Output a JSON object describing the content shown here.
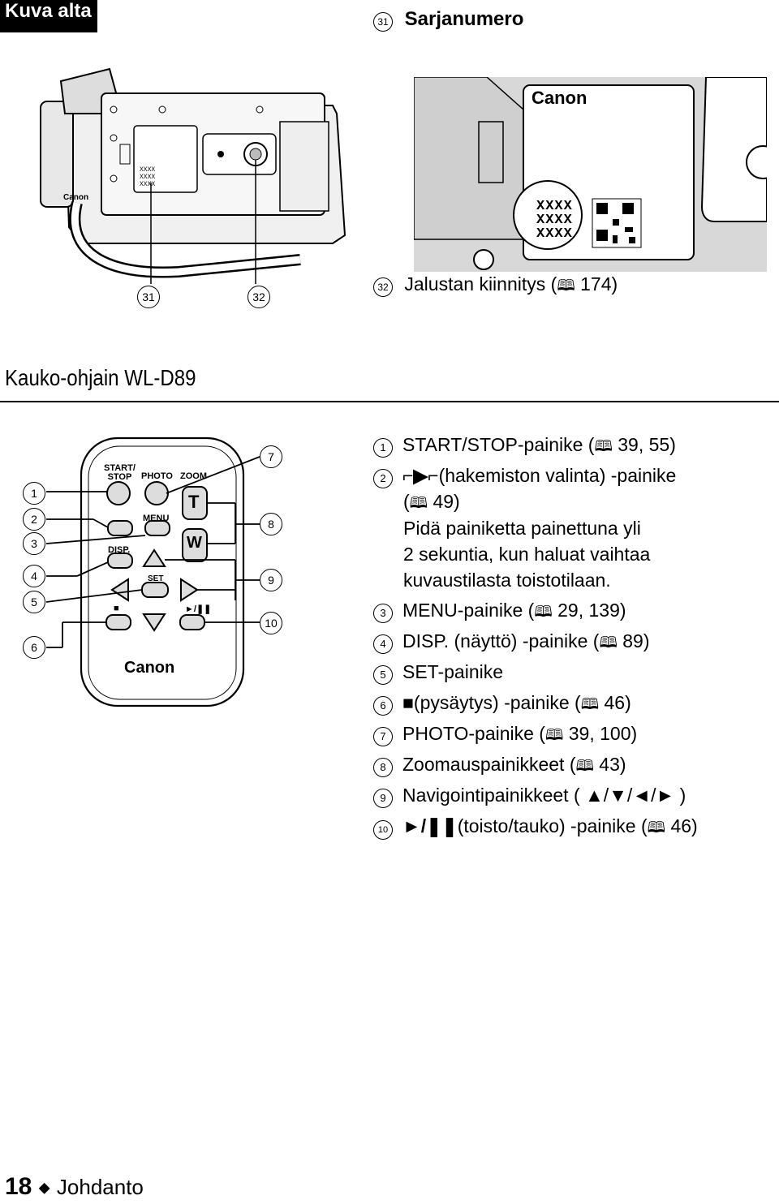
{
  "section_tab": "Kuva alta",
  "top_right": {
    "num31": "31",
    "title31": "Sarjanumero",
    "num32": "32",
    "text32": "Jalustan kiinnitys (",
    "ref32": "174)"
  },
  "camera": {
    "brand": "Canon",
    "serial_lines": [
      "XXXX",
      "XXXX",
      "XXXX"
    ],
    "callout_left": "31",
    "callout_right": "32"
  },
  "zoom_inset": {
    "brand": "Canon",
    "serial_lines": [
      "XXXX",
      "XXXX",
      "XXXX"
    ]
  },
  "heading": "Kauko-ohjain WL-D89",
  "remote": {
    "labels": {
      "start_stop": "START/\nSTOP",
      "photo": "PHOTO",
      "zoom": "ZOOM",
      "menu": "MENU",
      "disp": "DISP.",
      "set": "SET",
      "t": "T",
      "w": "W",
      "stop_sym": "■",
      "play_pause": "►/❚❚",
      "brand": "Canon"
    },
    "left_callouts": [
      "1",
      "2",
      "3",
      "4",
      "5",
      "6"
    ],
    "right_callouts": [
      "7",
      "8",
      "9",
      "10"
    ]
  },
  "legend": [
    {
      "n": "1",
      "text": "START/STOP-painike (",
      "ref": "39, 55)"
    },
    {
      "n": "2",
      "text": " (hakemiston valinta) -painike",
      "ref": ""
    },
    {
      "n": "3",
      "text": "MENU-painike (",
      "ref": "29, 139)"
    },
    {
      "n": "4",
      "text": "DISP. (näyttö) -painike (",
      "ref": "89)"
    },
    {
      "n": "5",
      "text": "SET-painike",
      "ref": ""
    },
    {
      "n": "6",
      "text": " (pysäytys) -painike (",
      "ref": "46)"
    },
    {
      "n": "7",
      "text": "PHOTO-painike (",
      "ref": "39, 100)"
    },
    {
      "n": "8",
      "text": "Zoomauspainikkeet (",
      "ref": "43)"
    },
    {
      "n": "9",
      "text": "Navigointipainikkeet (",
      "ref": ")"
    },
    {
      "n": "10",
      "text": " (toisto/tauko) -painike (",
      "ref": "46)"
    }
  ],
  "legend2_extra": {
    "line2": "(",
    "ref2": "49)",
    "line3": "Pidä painiketta painettuna yli",
    "line4": "2 sekuntia, kun haluat vaihtaa",
    "line5": "kuvaustilasta toistotilaan."
  },
  "nav_symbols": "▲/▼/◄/►",
  "footer": {
    "page": "18",
    "sep": "◆",
    "label": "Johdanto"
  }
}
